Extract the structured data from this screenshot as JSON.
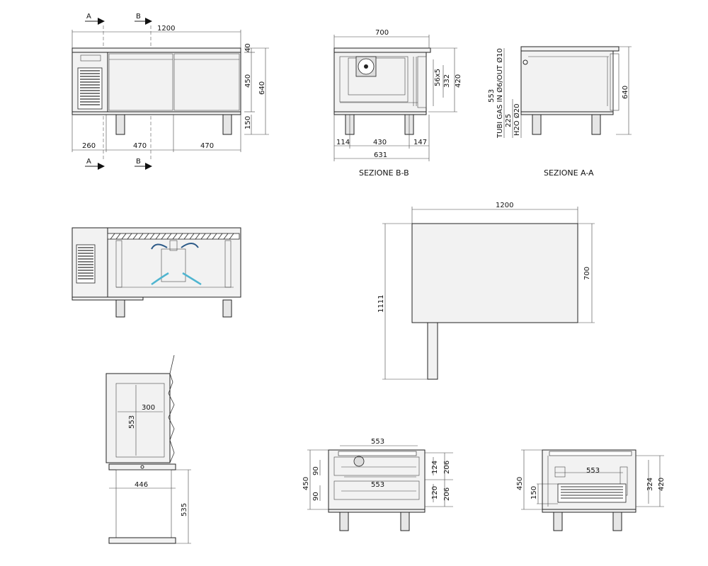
{
  "front": {
    "section_a": "A",
    "section_b": "B",
    "width": "1200",
    "d40": "40",
    "d450": "450",
    "d640": "640",
    "d150": "150",
    "d260": "260",
    "d470a": "470",
    "d470b": "470"
  },
  "section_bb": {
    "caption": "SEZIONE B-B",
    "width": "700",
    "d56x5": "56x5",
    "d332": "332",
    "d420": "420",
    "d114": "114",
    "d430": "430",
    "d147": "147",
    "d631": "631"
  },
  "section_aa": {
    "caption": "SEZIONE A-A",
    "gas": "TUBI GAS IN Ø6/OUT Ø10",
    "d553": "553",
    "d225": "225",
    "h2o": "H2O Ø20",
    "d640": "640"
  },
  "plan": {
    "width": "1200",
    "depth": "700",
    "door": "1111"
  },
  "door_detail": {
    "d300": "300",
    "d553": "553",
    "d446": "446",
    "d535": "535"
  },
  "drawer_bottom_left": {
    "d553top": "553",
    "d90a": "90",
    "d90b": "90",
    "d450": "450",
    "d553mid": "553",
    "d124": "124",
    "d120": "120",
    "d206a": "206",
    "d206b": "206"
  },
  "drawer_bottom_right": {
    "d450": "450",
    "d150": "150",
    "d553": "553",
    "d324": "324",
    "d420": "420"
  }
}
